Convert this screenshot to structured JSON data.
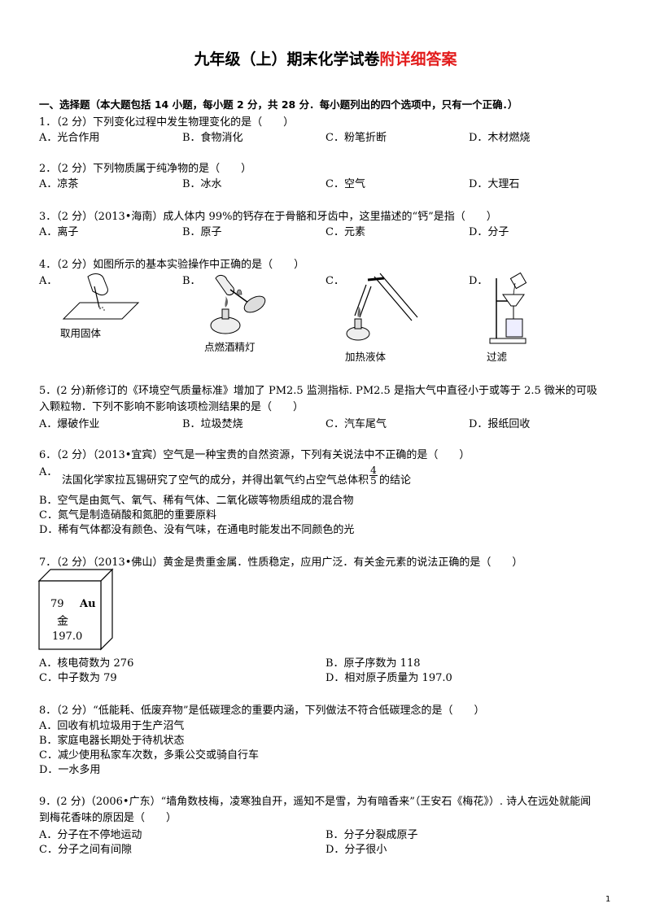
{
  "title": {
    "main": "九年级（上）期末化学试卷",
    "highlight": "附详细答案"
  },
  "section1": "一、选择题（本大题包括 14 小题，每小题 2 分，共 28 分．每小题列出的四个选项中，只有一个正确．）",
  "questions": [
    {
      "stem": "1．（2 分）下列变化过程中发生物理变化的是（　　）",
      "options": [
        "A．光合作用",
        "B．食物消化",
        "C．粉笔折断",
        "D．木材燃烧"
      ]
    },
    {
      "stem": "2．（2 分）下列物质属于纯净物的是（　　）",
      "options": [
        "A．凉茶",
        "B．冰水",
        "C．空气",
        "D．大理石"
      ]
    },
    {
      "stem": "3．（2 分）（2013•海南）成人体内 99%的钙存在于骨骼和牙齿中，这里描述的“钙”是指（　　）",
      "options": [
        "A．离子",
        "B．原子",
        "C．元素",
        "D．分子"
      ]
    },
    {
      "stem": "4．（2 分）如图所示的基本实验操作中正确的是（　　）",
      "options": [
        "A．",
        "B．",
        "C．",
        "D．"
      ],
      "captions": [
        "取用固体",
        "点燃酒精灯",
        "加热液体",
        "过滤"
      ]
    },
    {
      "stem_line1": "5．(2 分)新修订的《环境空气质量标准》增加了 PM2.5 监测指标. PM2.5 是指大气中直径小于或等于 2.5 微米的可吸",
      "stem_line2": "入颗粒物．下列不影响不影响该项检测结果的是（　　）",
      "options": [
        "A．爆破作业",
        "B．垃圾焚烧",
        "C．汽车尾气",
        "D．报纸回收"
      ]
    },
    {
      "stem": "6．（2 分）（2013•宜宾）空气是一种宝贵的自然资源，下列有关说法中不正确的是（　　）",
      "optionA_label": "A．",
      "optionA_text": "法国化学家拉瓦锡研究了空气的成分，并得出氧气约占空气总体积",
      "optionA_num": "4",
      "optionA_den": "5",
      "optionA_tail": "的结论",
      "options_rest": [
        "B．空气是由氮气、氧气、稀有气体、二氧化碳等物质组成的混合物",
        "C．氮气是制造硝酸和氮肥的重要原料",
        "D．稀有气体都没有颜色、没有气味，在通电时能发出不同颜色的光"
      ]
    },
    {
      "stem": "7．（2 分）（2013•佛山）黄金是贵重金属．性质稳定，应用广泛．有关金元素的说法正确的是（　　）",
      "element": {
        "number": "79",
        "symbol": "Au",
        "name": "金",
        "mass": "197.0"
      },
      "options": [
        "A．核电荷数为 276",
        "B．原子序数为 118",
        "C．中子数为 79",
        "D．相对原子质量为 197.0"
      ]
    },
    {
      "stem": "8．（2 分）“低能耗、低废弃物”是低碳理念的重要内涵，下列做法不符合低碳理念的是（　　）",
      "options": [
        "A．回收有机垃圾用于生产沼气",
        "B．家庭电器长期处于待机状态",
        "C．减少使用私家车次数，多乘公交或骑自行车",
        "D．一水多用"
      ]
    },
    {
      "stem_line1": "9．(2 分)（2006•广东）“墙角数枝梅，凌寒独自开，遥知不是雪，为有暗香来”（王安石《梅花》）. 诗人在远处就能闻",
      "stem_line2": "到梅花香味的原因是（　　）",
      "options": [
        "A．分子在不停地运动",
        "B．分子分裂成原子",
        "C．分子之间有间隙",
        "D．分子很小"
      ]
    }
  ],
  "page_number": "1"
}
